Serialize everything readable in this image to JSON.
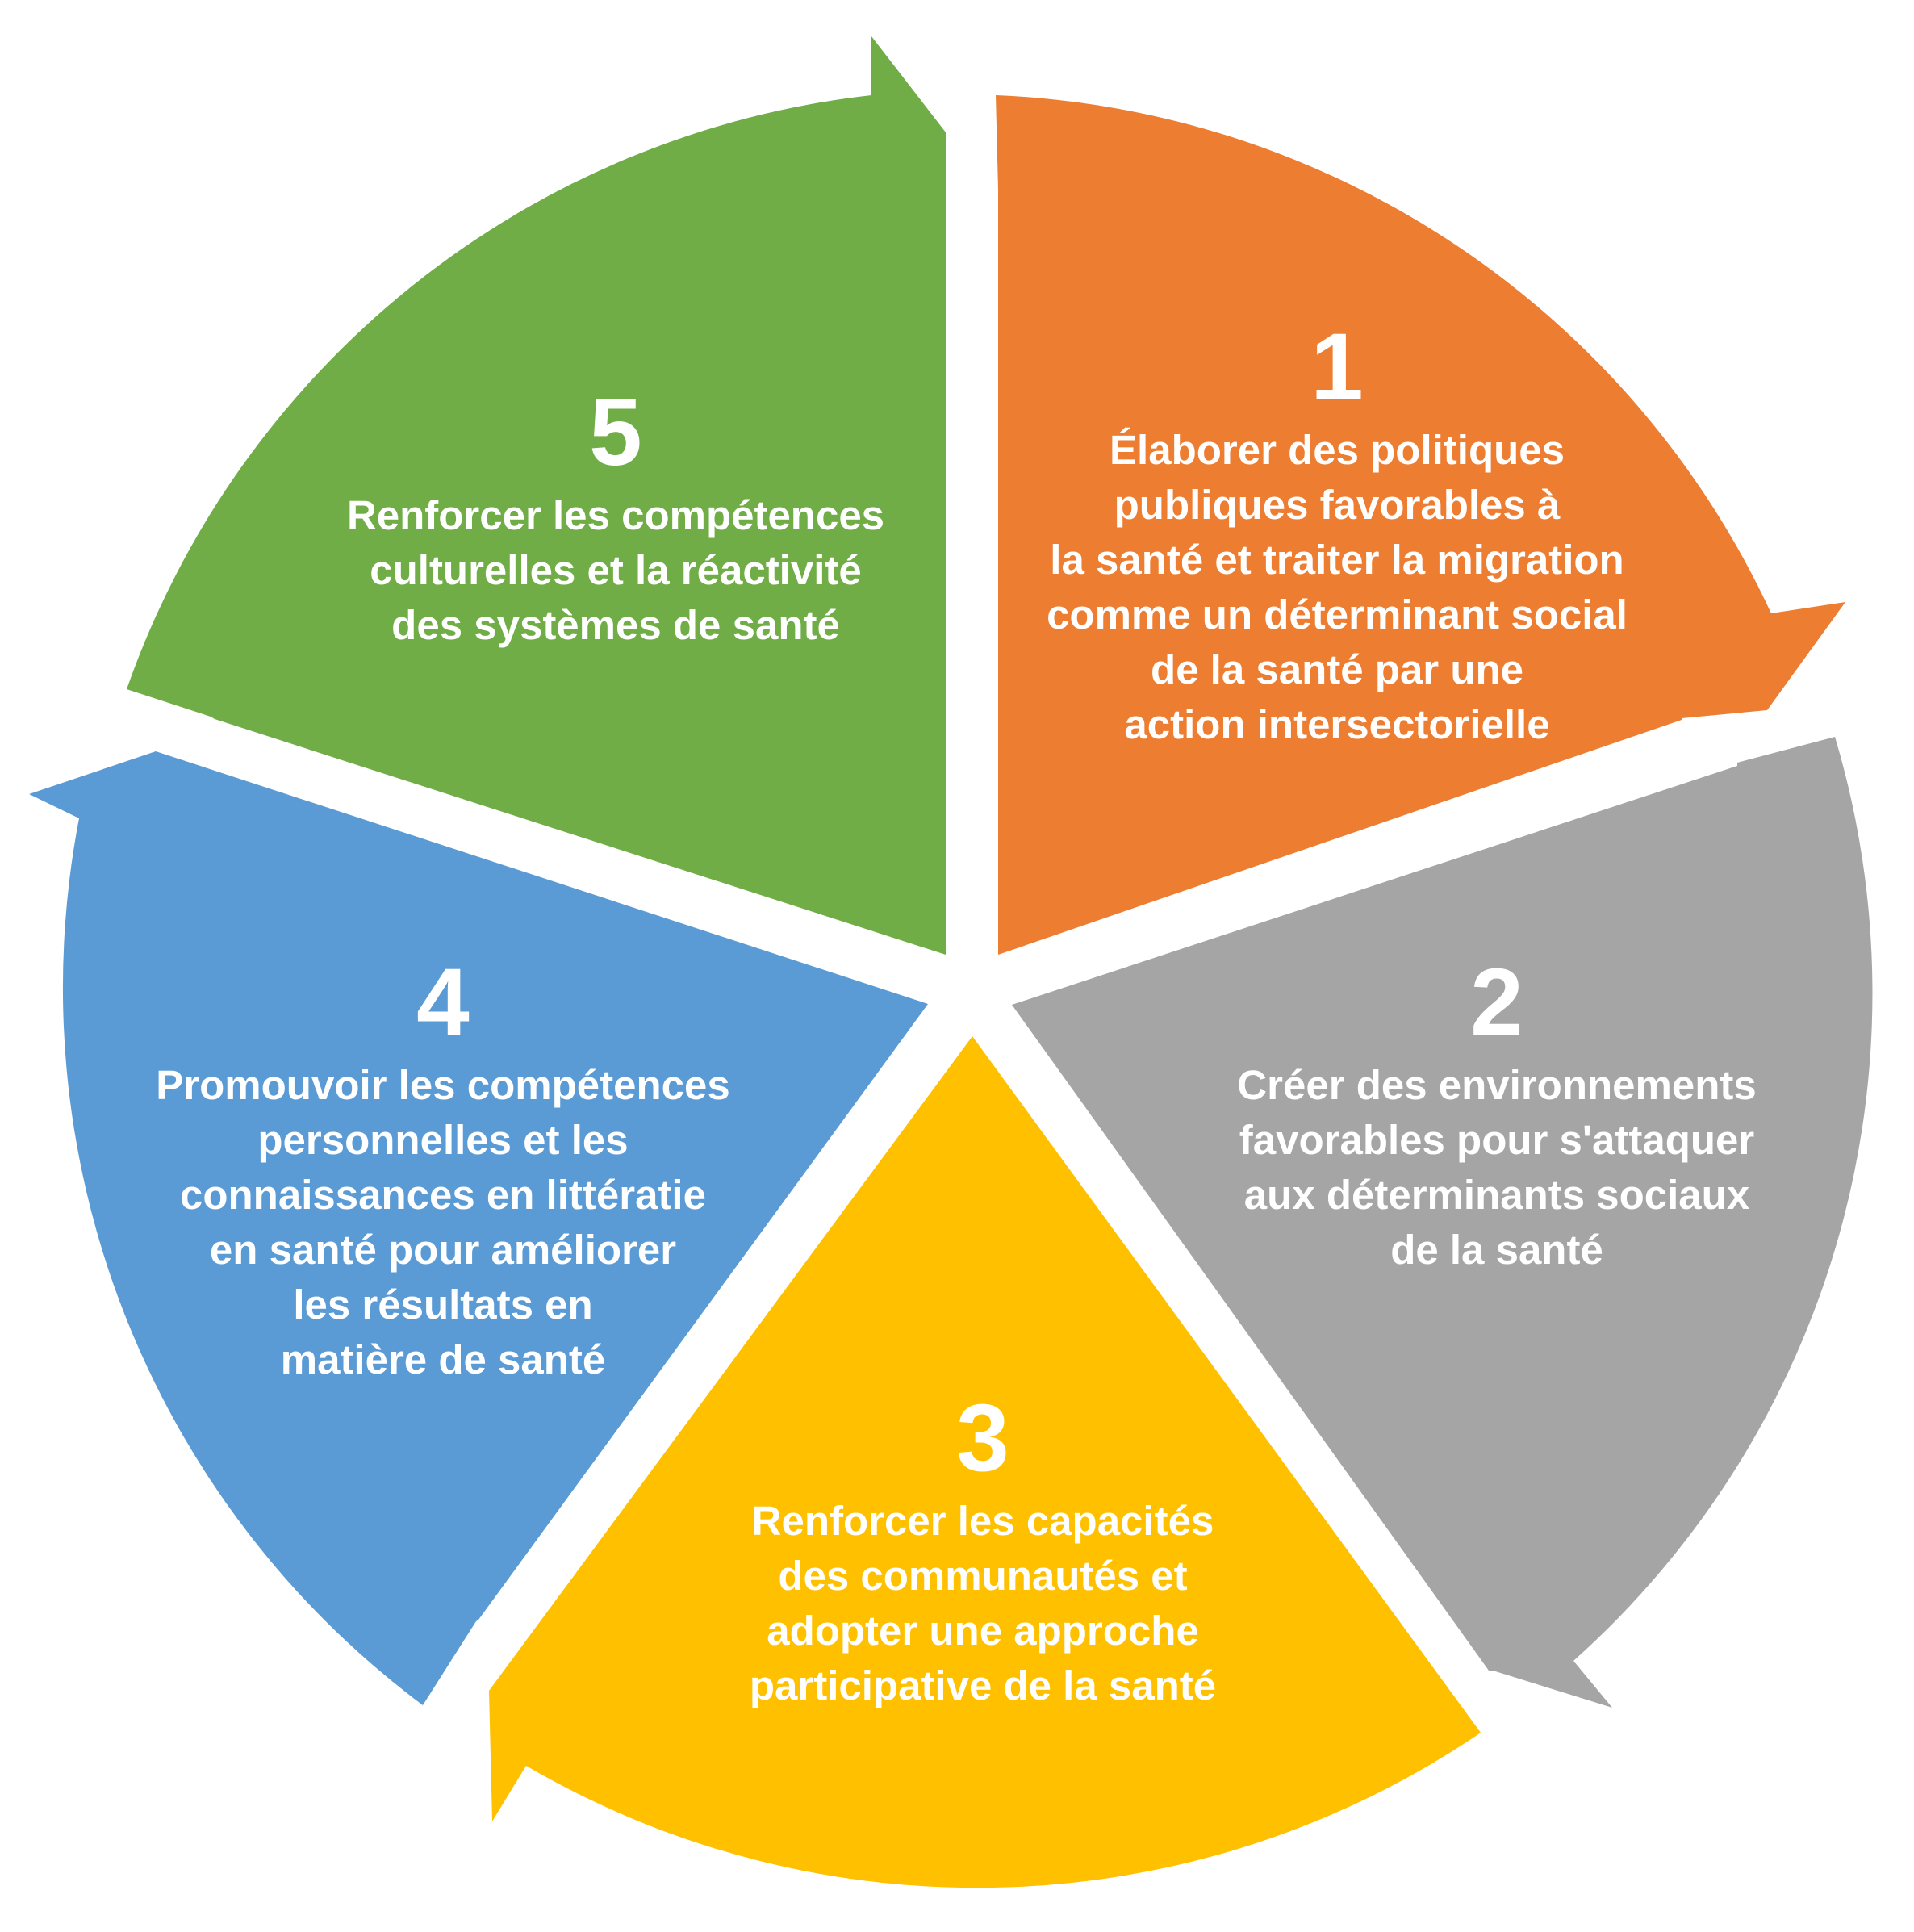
{
  "segments": [
    {
      "number": "1",
      "color": "#ED7D31",
      "lines": [
        "Élaborer des politiques",
        "publiques favorables à",
        "la santé et traiter la migration",
        "comme un déterminant social",
        "de la santé par une",
        "action intersectorielle"
      ]
    },
    {
      "number": "2",
      "color": "#A5A5A5",
      "lines": [
        "Créer des environnements",
        "favorables pour s'attaquer",
        "aux déterminants sociaux",
        "de la santé"
      ]
    },
    {
      "number": "3",
      "color": "#FFC000",
      "lines": [
        "Renforcer les capacités",
        "des communautés et",
        "adopter une approche",
        "participative de la santé"
      ]
    },
    {
      "number": "4",
      "color": "#5B9BD5",
      "lines": [
        "Promouvoir les compétences",
        "personnelles et les",
        "connaissances en littératie",
        "en santé pour améliorer",
        "les résultats en",
        "matière de santé"
      ]
    },
    {
      "number": "5",
      "color": "#70AD47",
      "lines": [
        "Renforcer les compétences",
        "culturelles et la réactivité",
        "des systèmes de santé"
      ]
    }
  ]
}
